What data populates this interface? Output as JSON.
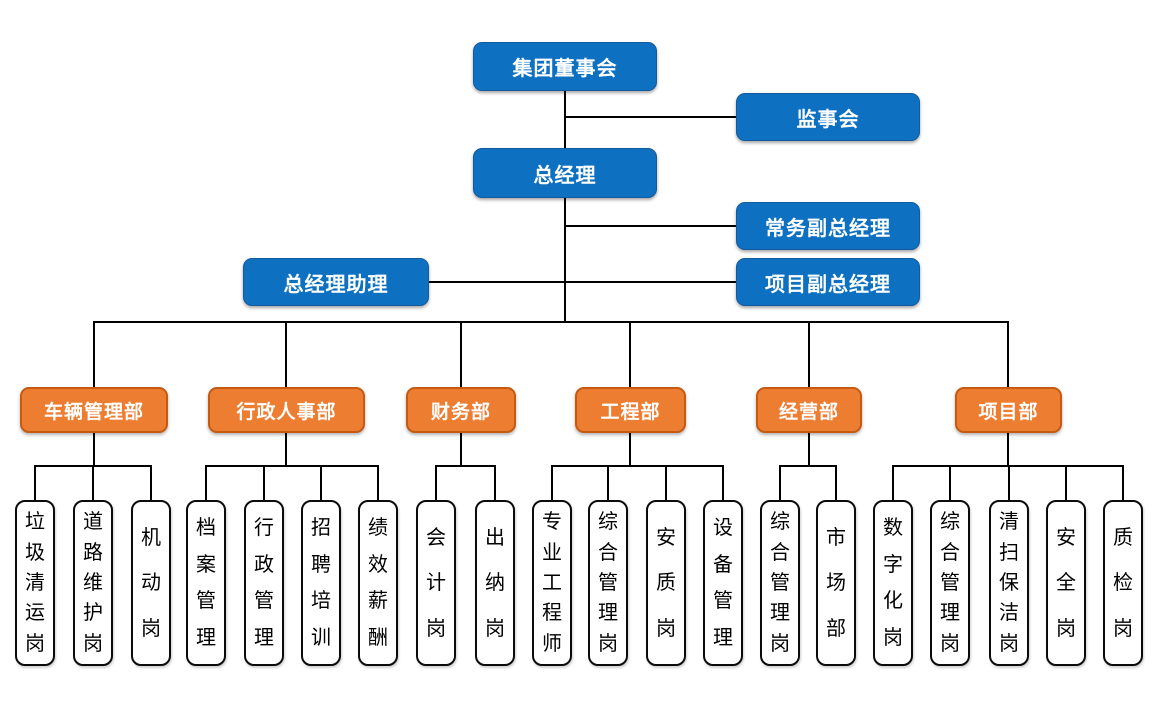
{
  "colors": {
    "executive_box": "#0D70C0",
    "department_box": "#ED7D31",
    "position_box_border": "#000000",
    "connector_line": "#000000",
    "box_text": "#FFFFFF",
    "position_text": "#000000"
  },
  "top": {
    "board": "集团董事会",
    "supervisory": "监事会",
    "gm": "总经理",
    "deputy_exec": "常务副总经理",
    "gm_assistant": "总经理助理",
    "deputy_project": "项目副总经理"
  },
  "departments": [
    {
      "label": "车辆管理部",
      "children": [
        "垃圾清运岗",
        "道路维护岗",
        "机动岗"
      ]
    },
    {
      "label": "行政人事部",
      "children": [
        "档案管理",
        "行政管理",
        "招聘培训",
        "绩效薪酬"
      ]
    },
    {
      "label": "财务部",
      "children": [
        "会计岗",
        "出纳岗"
      ]
    },
    {
      "label": "工程部",
      "children": [
        "专业工程师",
        "综合管理岗",
        "安质岗",
        "设备管理"
      ]
    },
    {
      "label": "经营部",
      "children": [
        "综合管理岗",
        "市场部"
      ]
    },
    {
      "label": "项目部",
      "children": [
        "数字化岗",
        "综合管理岗",
        "清扫保洁岗",
        "安全岗",
        "质检岗"
      ]
    }
  ]
}
